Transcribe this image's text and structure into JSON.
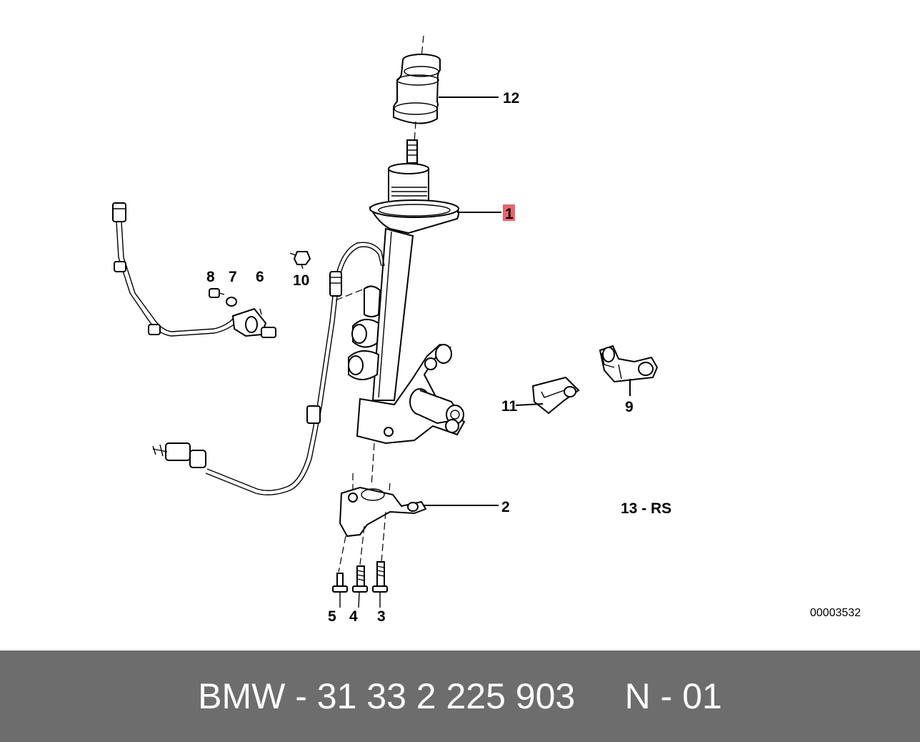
{
  "callouts": {
    "c12": "12",
    "c1": "1",
    "c8": "8",
    "c7": "7",
    "c6": "6",
    "c10": "10",
    "c11": "11",
    "c9": "9",
    "c2": "2",
    "c13": "13 - RS",
    "c5": "5",
    "c4": "4",
    "c3": "3"
  },
  "drawing_number": "00003532",
  "highlight_color": "#e8666b",
  "footer": {
    "part_number": "BMW - 31 33 2 225 903     N - 01",
    "background": "#6d6d6d"
  }
}
